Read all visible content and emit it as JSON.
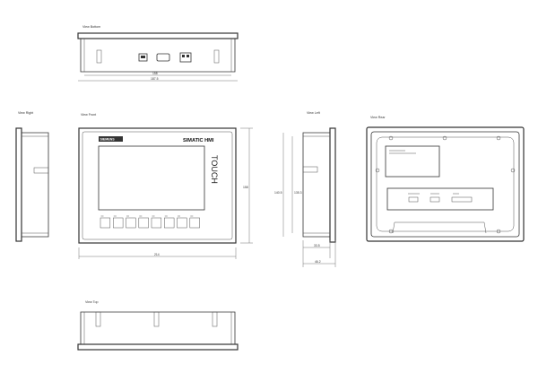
{
  "views": {
    "bottom": "View Bottom",
    "right": "View Right",
    "front": "View Front",
    "left": "View Left",
    "rear": "View Rear",
    "top": "View Top"
  },
  "front": {
    "logo": "SIEMENS",
    "brand": "SIMATIC HMI",
    "touch": "TOUCH",
    "key_count": 8
  },
  "dimensions": {
    "bottom_inner": "158",
    "bottom_overall": "187.5",
    "front_width": "214",
    "front_height": "158",
    "left_depth_a": "33.5",
    "left_depth_b": "46.2",
    "left_height_a": "140.5",
    "left_height_b": "135.3"
  },
  "colors": {
    "line": "#333333",
    "logo_bg": "#333333"
  }
}
